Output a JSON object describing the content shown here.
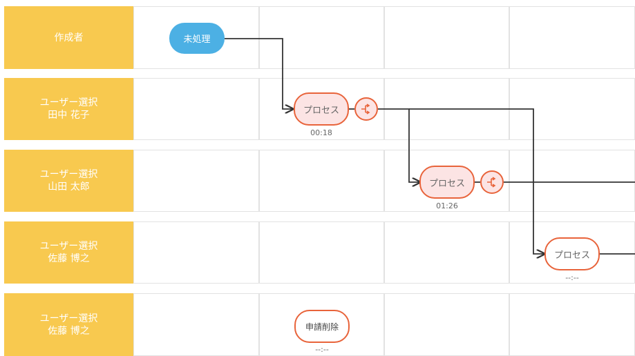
{
  "lanes": [
    {
      "line1": "作成者",
      "line2": ""
    },
    {
      "line1": "ユーザー選択",
      "line2": "田中 花子"
    },
    {
      "line1": "ユーザー選択",
      "line2": "山田 太郎"
    },
    {
      "line1": "ユーザー選択",
      "line2": "佐藤 博之"
    },
    {
      "line1": "ユーザー選択",
      "line2": "佐藤 博之"
    }
  ],
  "nodes": {
    "start": {
      "label": "未処理"
    },
    "process1": {
      "label": "プロセス",
      "time": "00:18"
    },
    "process2": {
      "label": "プロセス",
      "time": "01:26"
    },
    "process3": {
      "label": "プロセス",
      "time": "--:--"
    },
    "delete": {
      "label": "申請削除",
      "time": "--:--"
    }
  },
  "icons": {
    "branch": "branch-split-icon"
  },
  "colors": {
    "lane_header": "#f8c94f",
    "start_node": "#4cb0e4",
    "process_border": "#e8633a",
    "process_fill": "#fce4e4",
    "connector": "#333333"
  }
}
